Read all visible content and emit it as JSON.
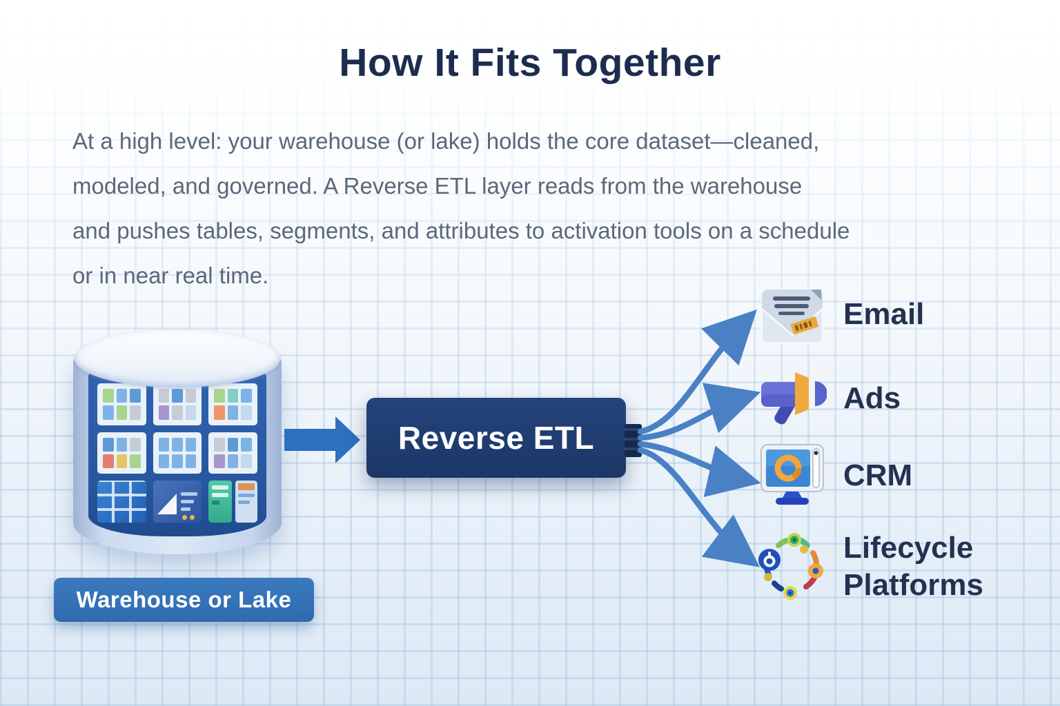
{
  "title": "How It Fits Together",
  "description": {
    "full": "At a high level: your warehouse (or lake) holds the core dataset—cleaned, modeled, and governed. A Reverse ETL layer reads from the warehouse and pushes tables, segments, and attributes to activation tools on a schedule or in near real time.",
    "lines": [
      "At a high level: your warehouse (or lake) holds the core dataset—cleaned,",
      "modeled, and governed. A Reverse ETL layer reads from the warehouse",
      "and pushes tables, segments, and attributes to activation tools on a schedule",
      "or in near real time."
    ]
  },
  "diagram": {
    "source": {
      "label": "Warehouse or Lake",
      "icon": "database-cylinder-icon"
    },
    "process": {
      "label": "Reverse ETL"
    },
    "destinations": [
      {
        "label": "Email",
        "icon": "email-envelope-icon"
      },
      {
        "label": "Ads",
        "icon": "megaphone-icon"
      },
      {
        "label": "CRM",
        "icon": "crm-monitor-icon"
      },
      {
        "label": "Lifecycle Platforms",
        "icon": "lifecycle-loop-icon"
      }
    ]
  },
  "colors": {
    "title_text": "#1d2c4e",
    "body_text": "#5b6878",
    "destination_label_text": "#243150",
    "process_box": "#1c3767",
    "source_badge": "#3371b7",
    "straight_arrow": "#2e6fc0",
    "fan_arrow": "#4a80c4",
    "background_tile_tint": "#dce9f5"
  }
}
